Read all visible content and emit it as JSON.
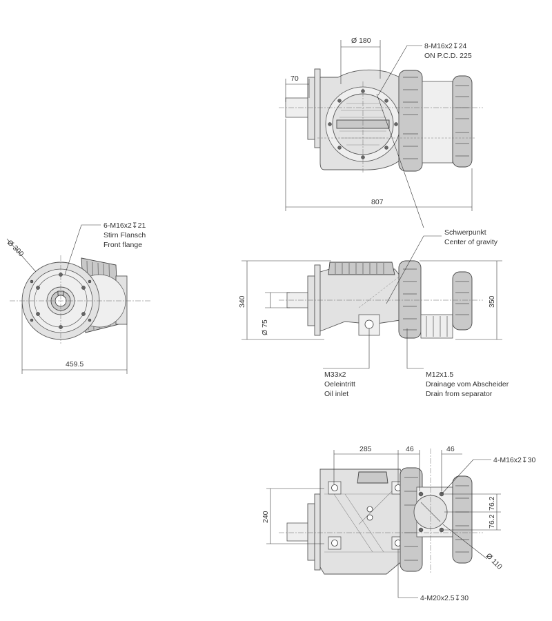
{
  "top_view": {
    "dim_diameter": "Ø 180",
    "dim_shaft_length": "70",
    "dim_overall_length": "807",
    "note_flange_bolts": [
      "8-M16x2↧24",
      "ON P.C.D. 225"
    ]
  },
  "front_view": {
    "dim_diameter": "Ø 300",
    "dim_width": "459.5",
    "note_front_flange": [
      "6-M16x2↧21",
      "Stirn Flansch",
      "Front flange"
    ]
  },
  "side_view": {
    "note_center_of_gravity": [
      "Schwerpunkt",
      "Center of gravity"
    ],
    "dim_height_left": "340",
    "dim_shaft_diameter": "Ø 75",
    "dim_height_right": "350",
    "note_oil_inlet": [
      "M33x2",
      "Oeleintritt",
      "Oil inlet"
    ],
    "note_drain": [
      "M12x1.5",
      "Drainage vom Abscheider",
      "Drain from separator"
    ]
  },
  "bottom_view": {
    "dim_285": "285",
    "dim_46_a": "46",
    "dim_46_b": "46",
    "dim_240": "240",
    "dim_76_2_a": "76.2",
    "dim_76_2_b": "76.2",
    "dim_diameter_110": "Ø 110",
    "note_bolts_m16": "4-M16x2↧30",
    "note_bolts_m20": "4-M20x2.5↧30"
  }
}
